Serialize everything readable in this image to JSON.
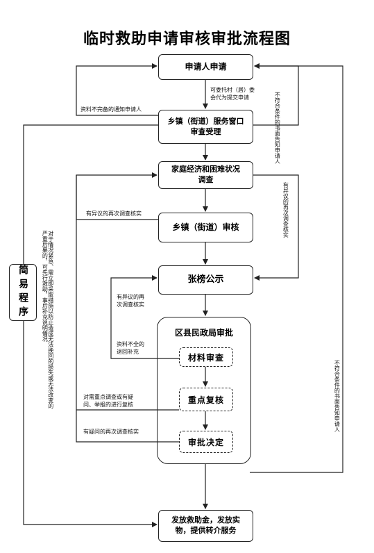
{
  "title": "临时救助申请审核审批流程图",
  "nodes": {
    "apply": "申请人申请",
    "town_window": "乡镇（街道）服务窗口\n审查受理",
    "investigate": "家庭经济和困难状况\n调查",
    "town_review": "乡镇（街道）审核",
    "publicity": "张榜公示",
    "district": "区县民政局审批",
    "material": "材料审查",
    "recheck": "重点复核",
    "decision": "审批决定",
    "issue": "发放救助金，发放实\n物，提供转介服务",
    "simple": "简易程序"
  },
  "edge_labels": {
    "entrust": "可委托村（居）委\n会代为提交申请",
    "incomplete": "资料不完备的通知申请人",
    "objection_resurvey": "有异议的再次调查核实",
    "objection_resurvey_2": "有异议的再\n次调查核实",
    "incomplete_return": "资料不全的\n退回补充",
    "key_recheck": "对需重点调查或有疑\n问、举报的进行复核",
    "doubt_resurvey": "有疑问的再次调查核实",
    "not_eligible_notify_1": "不符合条件的书面告知申请人",
    "not_eligible_notify_2": "不符合条件的书面告知申请人",
    "resurvey_right": "有异议的再次调查核实",
    "simple_desc": "对于情况紧急、需立即采取措施以防止造成无法挽回的损失或无法改变的严重后果的，可先行救助，事后补充说明情况"
  }
}
